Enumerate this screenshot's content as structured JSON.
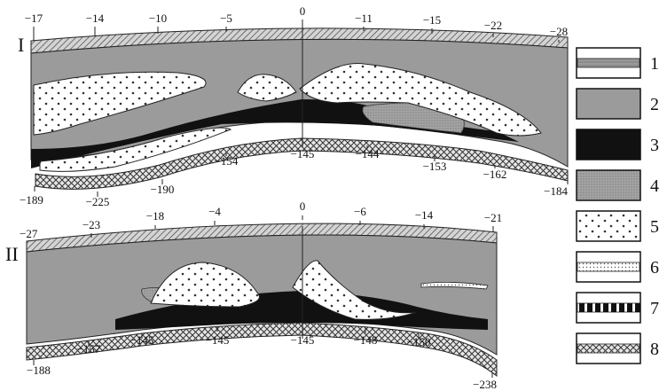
{
  "sections": [
    {
      "name": "I",
      "top_labels": [
        "-17",
        "-14",
        "-10",
        "-5",
        "0",
        "-11",
        "-15",
        "-22",
        "-28"
      ],
      "bottom_labels": [
        "-189",
        "-225",
        "-190",
        "-154",
        "-145",
        "-144",
        "-153",
        "-162",
        "-184"
      ]
    },
    {
      "name": "II",
      "top_labels": [
        "-27",
        "-23",
        "-18",
        "-4",
        "0",
        "-6",
        "-14",
        "-21"
      ],
      "bottom_labels": [
        "-188",
        "-157",
        "-145",
        "-145",
        "-145",
        "-148",
        "-150",
        "-238"
      ]
    }
  ],
  "legend": [
    {
      "num": "1",
      "pattern": "thin-hatched-band"
    },
    {
      "num": "2",
      "pattern": "solid-gray"
    },
    {
      "num": "3",
      "pattern": "solid-black"
    },
    {
      "num": "4",
      "pattern": "fine-gray-dots"
    },
    {
      "num": "5",
      "pattern": "sparse-dots"
    },
    {
      "num": "6",
      "pattern": "dotted-band"
    },
    {
      "num": "7",
      "pattern": "dashed-black-band"
    },
    {
      "num": "8",
      "pattern": "cross-hatched-band"
    }
  ],
  "colors": {
    "gray": "#9b9b9b",
    "black": "#111111",
    "stipple": "#8f8f8f"
  }
}
